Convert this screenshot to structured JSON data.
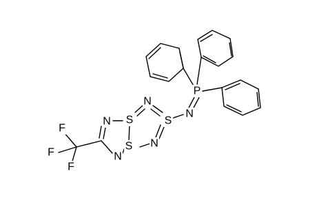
{
  "atoms": {
    "P": "P",
    "N_imine": "N",
    "S_right": "S",
    "N_top": "N",
    "N_bottom": "N",
    "S_top": "S",
    "S_bottom": "S",
    "N_left_top": "N",
    "N_left_bottom": "N",
    "F1": "F",
    "F2": "F",
    "F3": "F"
  },
  "colors": {
    "bond": "#000000",
    "background": "#ffffff"
  }
}
